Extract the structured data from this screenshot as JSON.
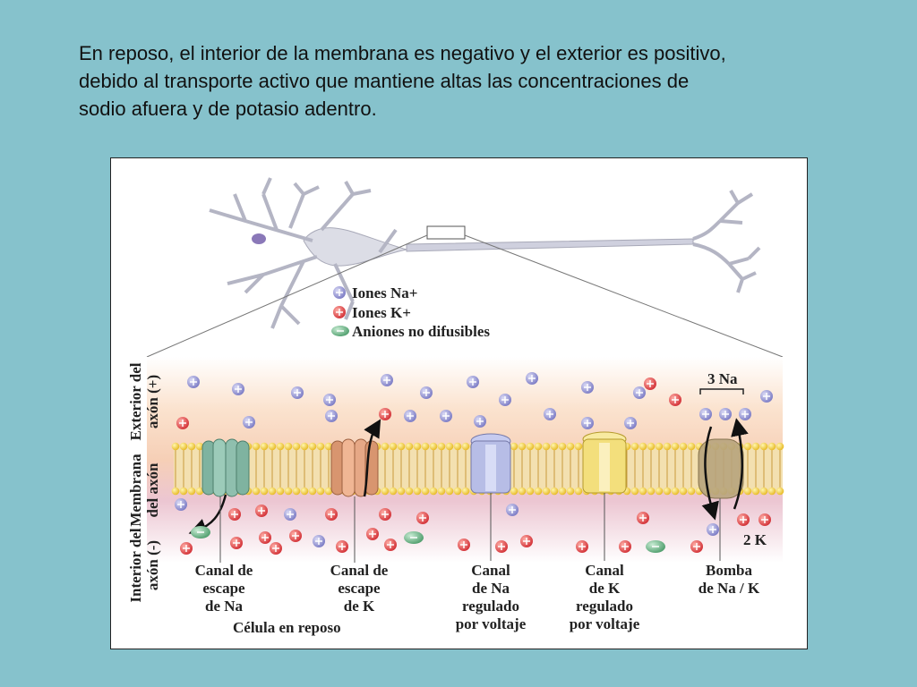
{
  "caption": {
    "line1": "En reposo, el interior de la membrana es negativo y el exterior es positivo,",
    "line2": "debido al transporte activo que mantiene altas las concentraciones de",
    "line3": "sodio afuera y de potasio adentro."
  },
  "legend": {
    "na": "Iones Na+",
    "k": "Iones K+",
    "anion": "Aniones no difusibles"
  },
  "side_labels": {
    "exterior_1": "Exterior del",
    "exterior_2": "axón (+)",
    "membrane_1": "Membrana",
    "membrane_2": "del axón",
    "interior_1": "Interior del",
    "interior_2": "axón (-)"
  },
  "pump_labels": {
    "na_count": "3 Na",
    "k_count": "2 K"
  },
  "channels": [
    {
      "l1": "Canal de",
      "l2": "escape",
      "l3": "de Na",
      "l4": ""
    },
    {
      "l1": "Canal de",
      "l2": "escape",
      "l3": "de K",
      "l4": ""
    },
    {
      "l1": "Canal",
      "l2": "de Na",
      "l3": "regulado",
      "l4": "por voltaje"
    },
    {
      "l1": "Canal",
      "l2": "de K",
      "l3": "regulado",
      "l4": "por voltaje"
    },
    {
      "l1": "Bomba",
      "l2": "de Na / K",
      "l3": "",
      "l4": ""
    }
  ],
  "bottom_label": "Célula en reposo",
  "colors": {
    "background": "#86c2cc",
    "na_ion": "#8f8fcf",
    "k_ion": "#e0474a",
    "anion": "#6fb88a",
    "channel_na_leak": "#8fbfae",
    "channel_k_leak": "#e6a886",
    "channel_na_gated": "#b7bde6",
    "channel_k_gated": "#f3df7c",
    "pump": "#b8a57e"
  }
}
